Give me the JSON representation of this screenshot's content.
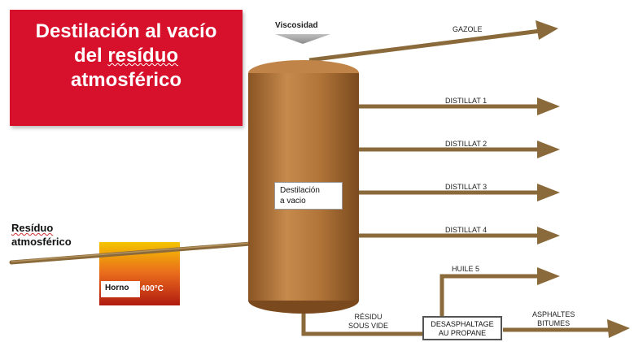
{
  "title": {
    "line1": "Destilación al vacío",
    "line2_prefix": "del ",
    "line2_word": "resíduo",
    "line3": "atmosférico"
  },
  "feed": {
    "line1": "Resíduo",
    "line2": "atmosférico"
  },
  "viscosity_label": "Viscosidad",
  "furnace": {
    "label": "Horno",
    "temperature": "400°C"
  },
  "column": {
    "label_line1": "Destilación",
    "label_line2": "a vacio"
  },
  "outputs": [
    {
      "label": "GAZOLE"
    },
    {
      "label": "DISTILLAT 1"
    },
    {
      "label": "DISTILLAT 2"
    },
    {
      "label": "DISTILLAT 3"
    },
    {
      "label": "DISTILLAT 4"
    },
    {
      "label": "HUILE 5"
    }
  ],
  "residue": {
    "line1": "RÉSIDU",
    "line2": "SOUS VIDE"
  },
  "deasphalting": {
    "line1": "DESASPHALTAGE",
    "line2": "AU PROPANE"
  },
  "asphalt": {
    "line1": "ASPHALTES",
    "line2": "BITUMES"
  },
  "colors": {
    "title_bg": "#d7102b",
    "pipe": "#8a6a3a",
    "column": "#a86a2e",
    "furnace_top": "#f4c400",
    "furnace_bottom": "#b01a10"
  }
}
